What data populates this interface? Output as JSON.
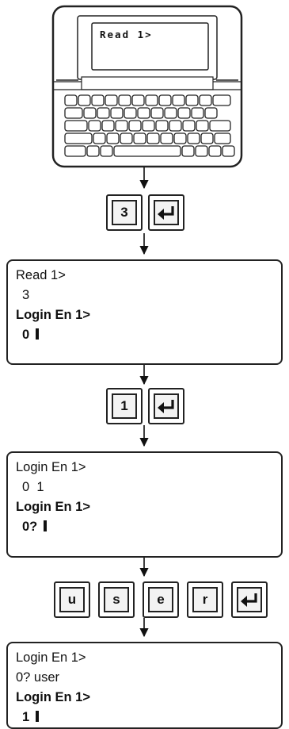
{
  "device": {
    "lcd_text": "Read 1>"
  },
  "keys_row1": [
    {
      "label": "3"
    },
    {
      "label": "",
      "icon": "enter-arrow-icon"
    }
  ],
  "keys_row2": [
    {
      "label": "1"
    },
    {
      "label": "",
      "icon": "enter-arrow-icon"
    }
  ],
  "keys_row3": [
    {
      "label": "u"
    },
    {
      "label": "s"
    },
    {
      "label": "e"
    },
    {
      "label": "r"
    },
    {
      "label": "",
      "icon": "enter-arrow-icon"
    }
  ],
  "screen1": {
    "lines": [
      "Read 1>",
      "3",
      "Login En 1>",
      "0"
    ]
  },
  "screen2": {
    "lines": [
      "Login En 1>",
      "0  1",
      "Login En 1>",
      "0?"
    ]
  },
  "screen3": {
    "lines": [
      "Login En 1>",
      "0? user",
      "Login En 1>",
      "1"
    ]
  }
}
